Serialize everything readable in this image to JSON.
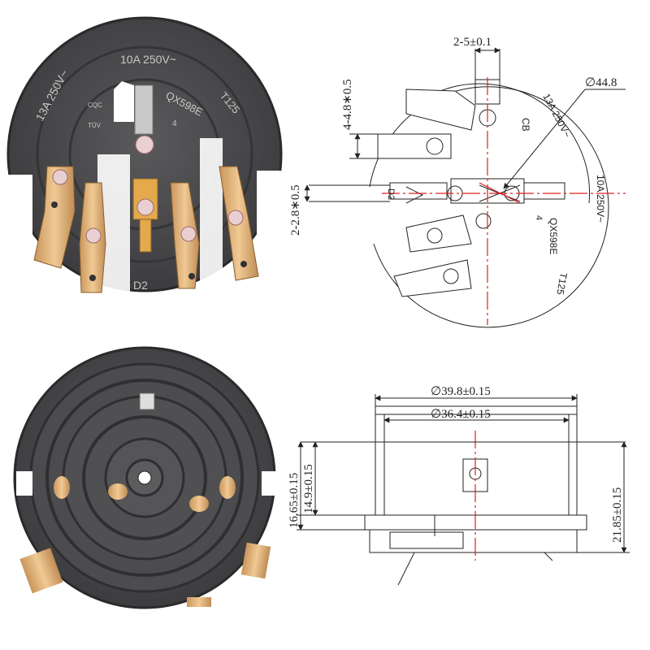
{
  "photo_top": {
    "markings": {
      "rating_13a": "13A 250V~",
      "rating_10a": "10A 250V~",
      "model": "QX598E",
      "temp": "T125",
      "cert": "CQC",
      "tuv": "TÜV",
      "num": "4",
      "pin": "D2"
    }
  },
  "drawing_top": {
    "dims": {
      "pin_width": "2-5±0.1",
      "slot_45": "4-4.8∗0.5",
      "slot_28": "2-2.8∗0.5",
      "diameter": "∅44.8"
    },
    "markings": {
      "rating_13a": "13A 250V~",
      "rating_10a": "10A 250V~",
      "model": "QX598E",
      "temp": "T125",
      "cb": "CB",
      "num": "4",
      "pin": "D2"
    }
  },
  "drawing_side": {
    "dims": {
      "outer_dia": "∅39.8±0.15",
      "inner_dia": "∅36.4±0.15",
      "h1": "16.65±0.15",
      "h2": "14.9±0.15",
      "h3": "21.85±0.15"
    }
  },
  "colors": {
    "body": "#4a4a4c",
    "brass": "#e2b47d",
    "centerline": "#e02020",
    "line": "#222222"
  }
}
